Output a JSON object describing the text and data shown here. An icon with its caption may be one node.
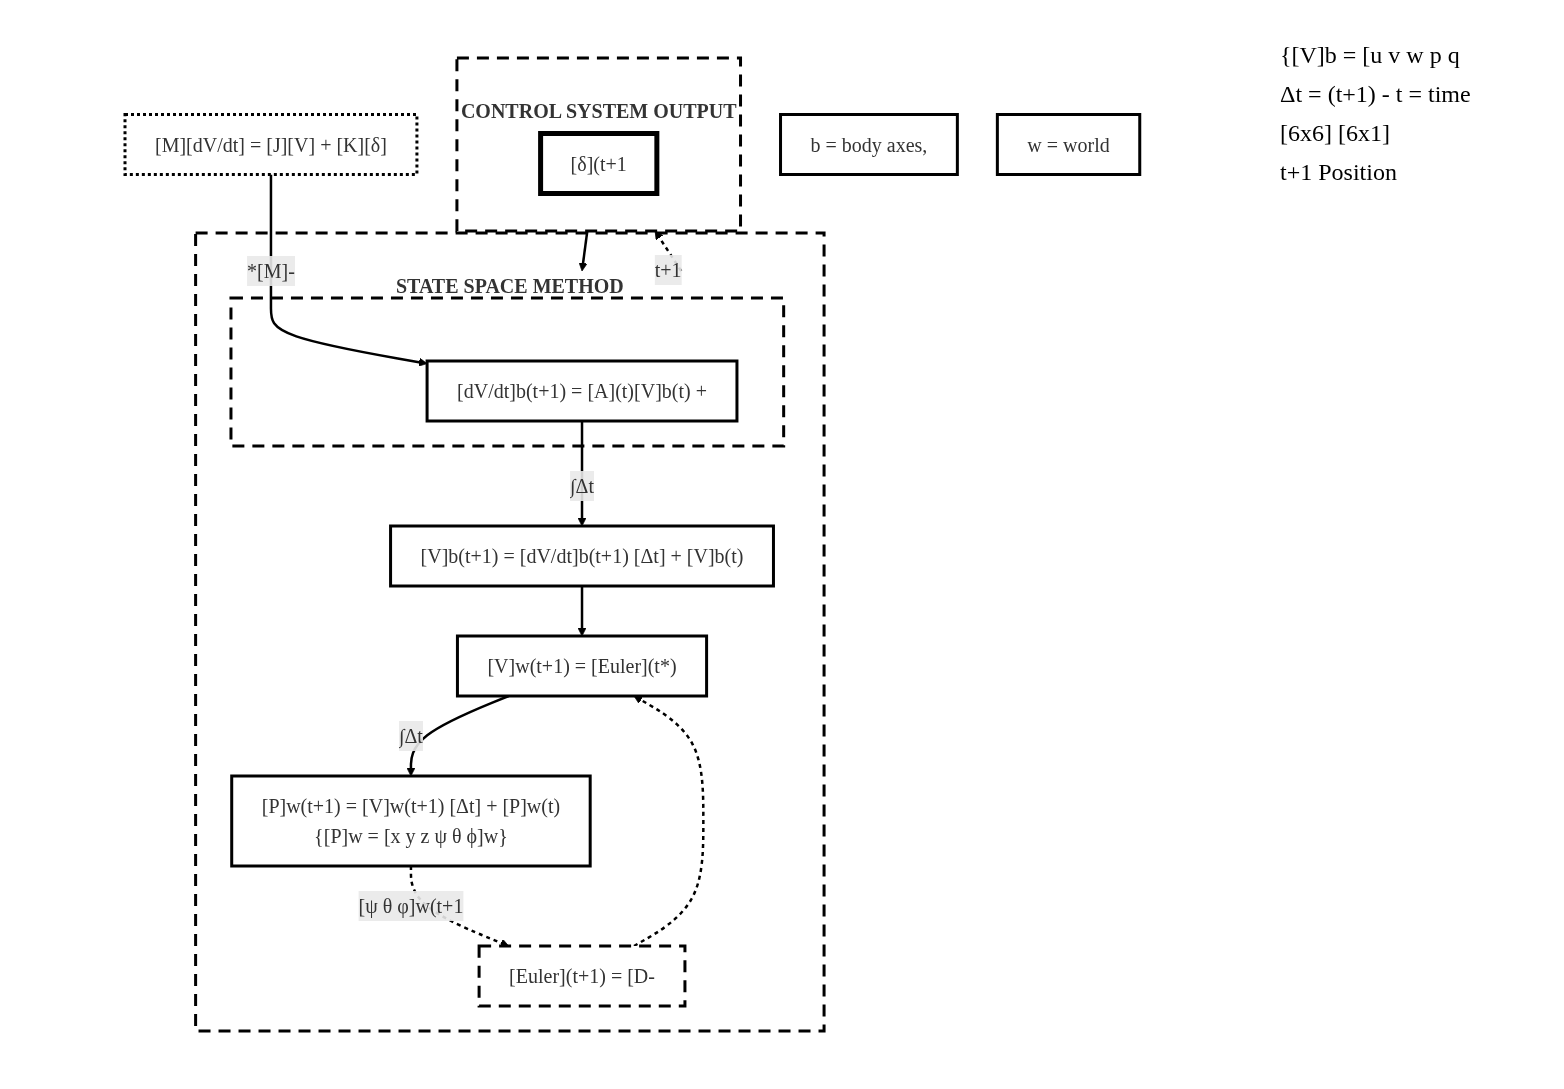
{
  "diagram": {
    "nodes": [
      {
        "text": [
          "[M][dV/dt] = [J][V] + [K][δ]"
        ]
      },
      {
        "text": [
          "STATE SPACE METHOD"
        ]
      },
      {
        "text": [],
        "shape": "box",
        "in": 1
      },
      {
        "text": [
          "[dV/dt]b(t+1) = [A](t)[V]b(t) +"
        ],
        "in": 2
      },
      {
        "text": [
          "[V]b(t+1) = [dV/dt]b(t+1) [Δt] + [V]b(t)"
        ],
        "in": 1
      },
      {
        "text": [
          "[V]w(t+1) = [Euler](t*)"
        ],
        "in": 1
      },
      {
        "text": [
          "[Euler](t+1) = [D-"
        ],
        "in": 1
      },
      {
        "text": [
          "[P]w(t+1) = [V]w(t+1) [Δt] + [P]w(t)",
          "{[P]w = [x y z ψ θ ϕ]w}"
        ],
        "in": 1
      },
      {
        "text": [
          "CONTROL SYSTEM OUTPUT"
        ]
      },
      {
        "text": [
          "[δ](t+1"
        ],
        "in": 8
      },
      {
        "text": [
          "b = body axes,"
        ]
      },
      {
        "text": [
          "w = world"
        ]
      }
    ],
    "edges": [
      {
        "from": 0,
        "to": 3,
        "arrow": "to",
        "label": "*[M]-"
      },
      {
        "from": 3,
        "to": 4,
        "arrow": "to",
        "label": "∫Δt"
      },
      {
        "from": 4,
        "to": 5,
        "arrow": "to"
      },
      {
        "from": 5,
        "to": 7,
        "arrow": "to",
        "label": "∫Δt"
      },
      {
        "from": 8,
        "to": 2,
        "arrow": "to"
      },
      {
        "from": 7,
        "to": 6,
        "arrow": "to",
        "style": "dashed",
        "label": "[ψ θ φ]w(t+1"
      },
      {
        "from": 6,
        "to": 5,
        "arrow": "to",
        "style": "dashed"
      },
      {
        "from": 1,
        "to": 8,
        "arrow": "to",
        "style": "dashed",
        "label": "t+1"
      }
    ],
    "labels": [
      "{[V]b = [u v w p q",
      "Δt = (t+1) - t = time",
      "[6x6] [6x1]",
      "t+1 Position"
    ]
  }
}
